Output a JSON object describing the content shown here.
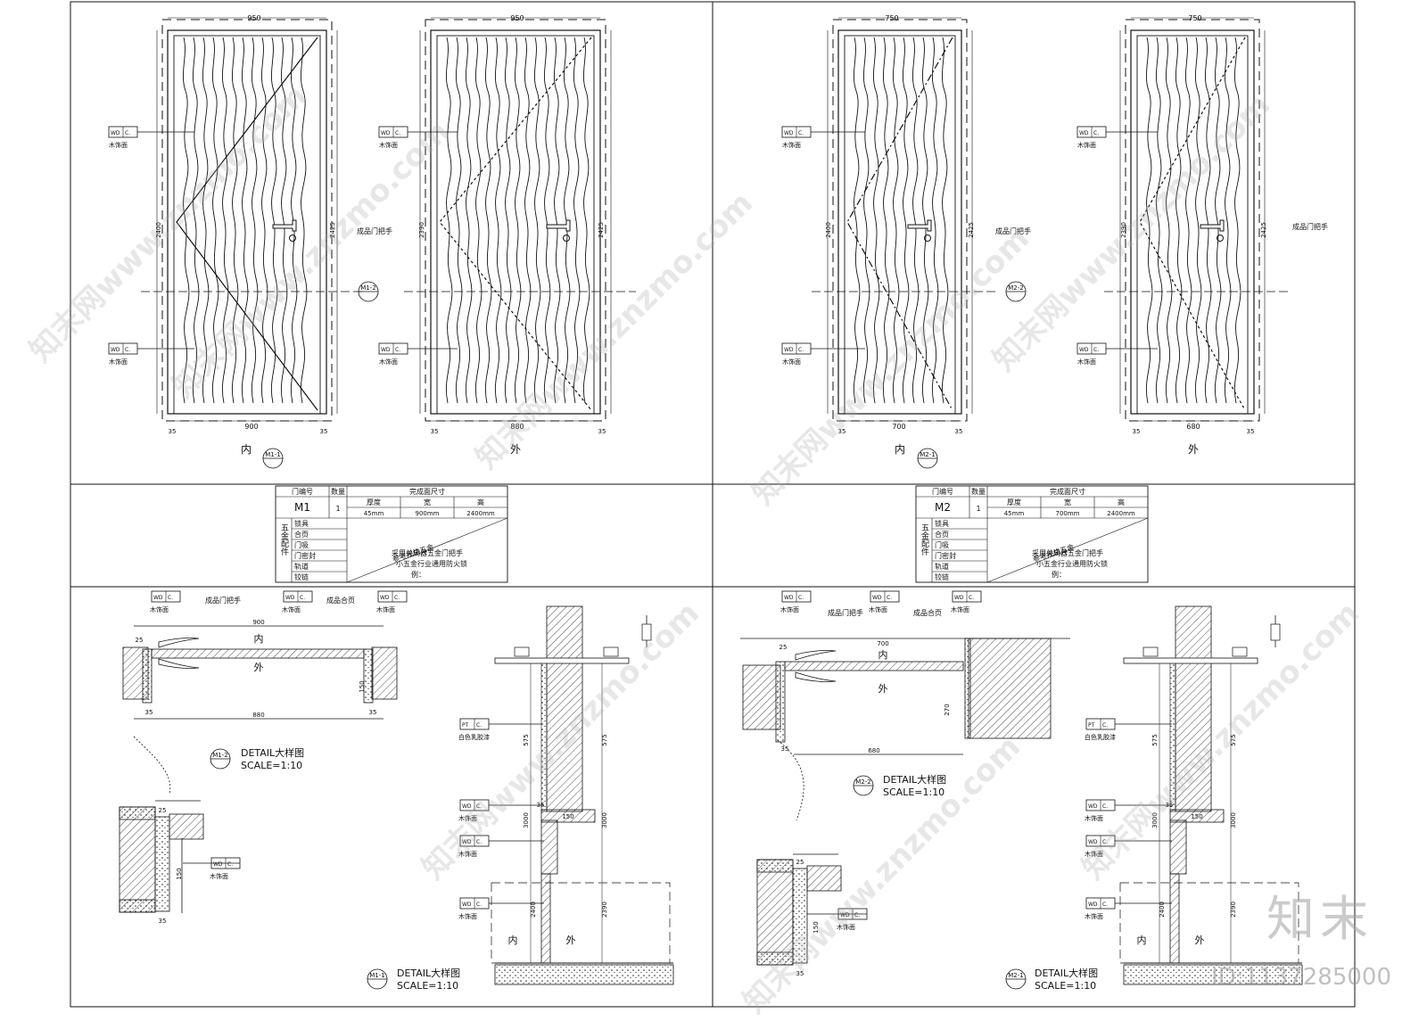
{
  "sheet": {
    "dims": {
      "m1_width": "950",
      "m1_inner": "900",
      "m1_outer": "880",
      "m1_h_in": "2400",
      "m1_h_out": "2390",
      "m1_h_frame": "2425",
      "m2_width": "750",
      "m2_inner": "700",
      "m2_outer": "680",
      "m2_h_in": "2400",
      "m2_h_out": "2390",
      "m2_h_frame": "2425",
      "side": "35"
    },
    "labels": {
      "inside": "内",
      "outside": "外",
      "handle": "成品门把手",
      "hinge": "成品合页",
      "wood": "木饰面",
      "paint": "白色乳胶漆",
      "tag_wd": "WD",
      "tag_c": "C.",
      "tag_pt": "PT",
      "m1_sec": "M1-2",
      "m1_elev": "M1-1",
      "m2_sec": "M2-2",
      "m2_elev": "M2-1",
      "detail": "DETAIL大样图",
      "scale": "SCALE=1:10"
    },
    "plan_dims": {
      "m1_top": "900",
      "m1_bot": "880",
      "m1_depth": "150",
      "m1_side": "35",
      "m1_small": "25",
      "m2_top": "700",
      "m2_bot": "680",
      "m2_depth": "270",
      "m2_side": "35",
      "m2_small": "25"
    },
    "enlarge_dims": {
      "top": "25",
      "mid": "150",
      "bot": "35"
    },
    "section_dims": {
      "h575": "575",
      "h3000": "3000",
      "h2400": "2400",
      "h2390": "2390",
      "w150": "150",
      "s35": "35"
    }
  },
  "tables": [
    {
      "door_no_h": "门编号",
      "qty_h": "数量",
      "size_h": "完成面尺寸",
      "door_no": "M1",
      "qty": "1",
      "thick_h": "厚度",
      "width_h": "宽",
      "height_h": "高",
      "thick": "45mm",
      "width": "900mm",
      "height": "2400mm",
      "hw_title": "五金配件",
      "rows": [
        "锁具",
        "合页",
        "门吸",
        "门密封",
        "轨道",
        "铰链"
      ],
      "notes": [
        "参考规格五金",
        "采用关闭器五金门把手",
        "小五金行业通用防火锁",
        "例："
      ]
    },
    {
      "door_no_h": "门编号",
      "qty_h": "数量",
      "size_h": "完成面尺寸",
      "door_no": "M2",
      "qty": "1",
      "thick_h": "厚度",
      "width_h": "宽",
      "height_h": "高",
      "thick": "45mm",
      "width": "700mm",
      "height": "2400mm",
      "hw_title": "五金配件",
      "rows": [
        "锁具",
        "合页",
        "门吸",
        "门密封",
        "轨道",
        "铰链"
      ],
      "notes": [
        "参考规格五金",
        "采用关闭器五金门把手",
        "小五金行业通用防火锁",
        "例："
      ]
    }
  ],
  "watermark": {
    "site": "知末网www.znzmo.com",
    "logo": "知末",
    "id": "ID:1137285000"
  }
}
